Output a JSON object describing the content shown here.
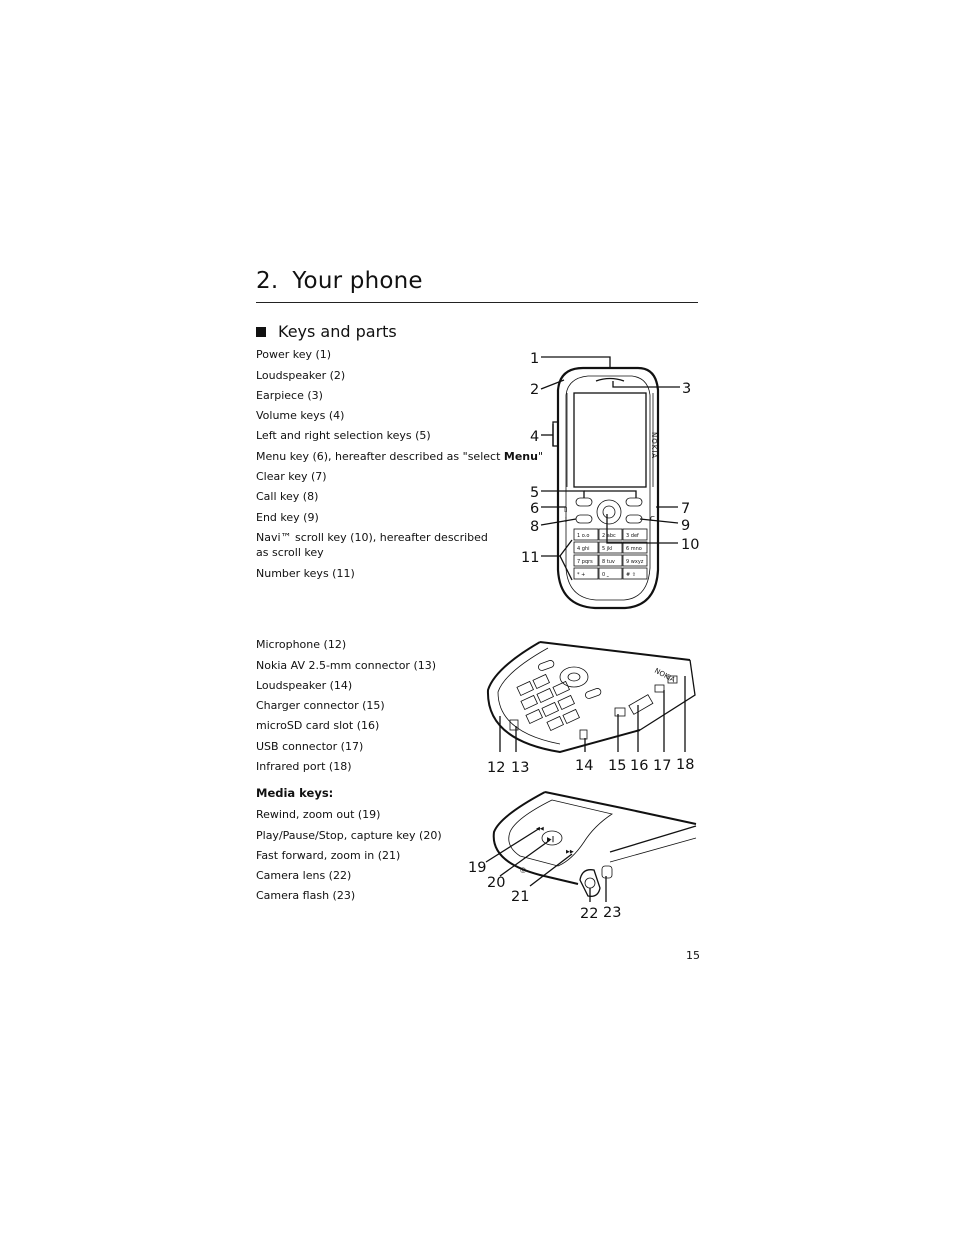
{
  "chapter": {
    "number": "2.",
    "title": "Your phone"
  },
  "section": {
    "title": "Keys and parts"
  },
  "front_list": [
    "Power key (1)",
    "Loudspeaker (2)",
    "Earpiece (3)",
    "Volume keys (4)",
    "Left and right selection keys (5)",
    "Menu key (6), hereafter described as \"select ",
    "Clear key (7)",
    "Call key (8)",
    "End key (9)",
    "Navi™ scroll key (10), hereafter described",
    "as scroll key",
    "Number keys (11)"
  ],
  "menu_word": "Menu",
  "menu_suffix": "\"",
  "side_list": [
    "Microphone (12)",
    "Nokia AV 2.5-mm connector (13)",
    "Loudspeaker (14)",
    "Charger connector (15)",
    "microSD card slot (16)",
    "USB connector (17)",
    "Infrared port (18)"
  ],
  "media_heading": "Media keys:",
  "media_list": [
    "Rewind, zoom out (19)",
    "Play/Pause/Stop, capture key (20)",
    "Fast forward, zoom in (21)",
    "Camera lens (22)",
    "Camera flash (23)"
  ],
  "figure_front": {
    "brand": "NOKIA",
    "callouts": [
      "1",
      "2",
      "3",
      "4",
      "5",
      "6",
      "7",
      "8",
      "9",
      "10",
      "11"
    ],
    "keys": [
      "1 o.o",
      "2 abc",
      "3 def",
      "4 ghi",
      "5 jkl",
      "6 mno",
      "7 pqrs",
      "8 tuv",
      "9 wxyz",
      "* +",
      "0 ⎵",
      "# ⇧"
    ],
    "clear_glyph": "C"
  },
  "figure_side": {
    "brand": "NOKIA",
    "callouts": [
      "12",
      "13",
      "14",
      "15",
      "16",
      "17",
      "18"
    ]
  },
  "figure_back": {
    "callouts": [
      "19",
      "20",
      "21",
      "22",
      "23"
    ]
  },
  "page_number": "15"
}
